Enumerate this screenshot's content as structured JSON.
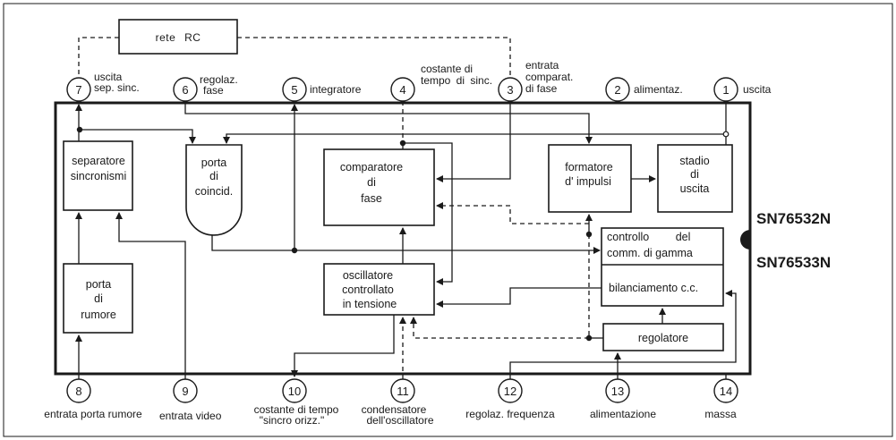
{
  "chips": {
    "first": "SN76532N",
    "second": "SN76533N"
  },
  "rc_network": {
    "label": "rete RC"
  },
  "pins_top": [
    {
      "number": "7",
      "label": [
        "uscita",
        "sep. sinc."
      ]
    },
    {
      "number": "6",
      "label": [
        "regolaz.",
        "fase"
      ]
    },
    {
      "number": "5",
      "label": [
        "integratore"
      ]
    },
    {
      "number": "4",
      "label": [
        "costante di",
        "tempo di sinc."
      ]
    },
    {
      "number": "3",
      "label": [
        "entrata",
        "comparat.",
        "di fase"
      ]
    },
    {
      "number": "2",
      "label": [
        "alimentaz."
      ]
    },
    {
      "number": "1",
      "label": [
        "uscita"
      ]
    }
  ],
  "pins_bottom": [
    {
      "number": "8",
      "label": [
        "entrata porta rumore"
      ]
    },
    {
      "number": "9",
      "label": [
        "entrata video"
      ]
    },
    {
      "number": "10",
      "label": [
        "costante di tempo",
        "\"sincro orizz.\""
      ]
    },
    {
      "number": "11",
      "label": [
        "condensatore",
        "dell'oscillatore"
      ]
    },
    {
      "number": "12",
      "label": [
        "regolaz. frequenza"
      ]
    },
    {
      "number": "13",
      "label": [
        "alimentazione"
      ]
    },
    {
      "number": "14",
      "label": [
        "massa"
      ]
    }
  ],
  "blocks": {
    "separatore": [
      "separatore",
      "sincronismi"
    ],
    "porta_coincid": [
      "porta",
      "di",
      "coincid."
    ],
    "comparatore": [
      "comparatore",
      "di",
      "fase"
    ],
    "formatore": [
      "formatore",
      "d' impulsi"
    ],
    "stadio": [
      "stadio",
      "di",
      "uscita"
    ],
    "controllo": [
      "controllo del",
      "comm. di gamma"
    ],
    "bilanciamento": [
      "bilanciamento c.c."
    ],
    "oscillatore": [
      "oscillatore",
      "controllato",
      "in tensione"
    ],
    "regolatore": [
      "regolatore"
    ],
    "porta_rumore": [
      "porta",
      "di",
      "rumore"
    ]
  },
  "colors": {
    "ink": "#1a1a1a",
    "paper": "#ffffff"
  }
}
